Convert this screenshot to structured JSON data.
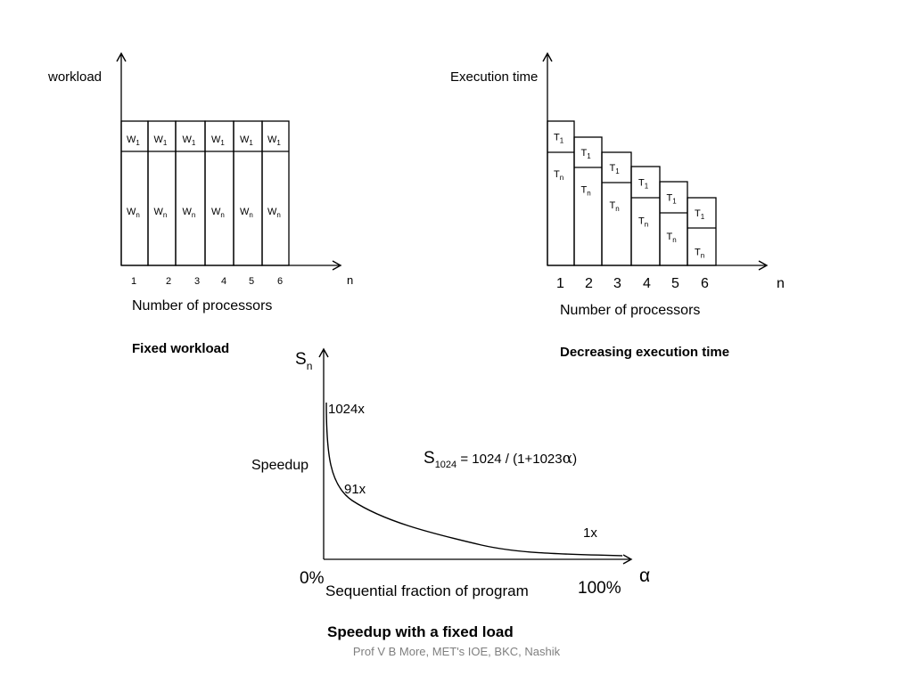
{
  "fixed_workload": {
    "y_label": "workload",
    "x_label": "n",
    "axis_title": "Number of processors",
    "caption": "Fixed workload",
    "ticks": [
      "1",
      "2",
      "3",
      "4",
      "5",
      "6"
    ],
    "top_label": "W",
    "bottom_label": "W",
    "top_sub": "1",
    "bottom_sub": "n"
  },
  "decreasing_time": {
    "y_label": "Execution time",
    "x_label": "n",
    "axis_title": "Number of processors",
    "caption": "Decreasing execution time",
    "ticks": [
      "1",
      "2",
      "3",
      "4",
      "5",
      "6"
    ],
    "top_label": "T",
    "bottom_label": "T",
    "top_sub": "1",
    "bottom_sub": "n"
  },
  "speedup": {
    "y_label": "S",
    "y_sub": "n",
    "y_title": "Speedup",
    "x_symbol": "α",
    "x_title": "Sequential fraction of program",
    "x_min": "0%",
    "x_max": "100%",
    "annotations": [
      "1024x",
      "91x",
      "1x"
    ],
    "formula_main": "S",
    "formula_sub": "1024",
    "formula_rest": " = 1024 / (1+1023",
    "formula_alpha": "α",
    "formula_end": ")",
    "caption": "Speedup with a fixed load"
  },
  "footer": "Prof V B More, MET's IOE, BKC, Nashik"
}
